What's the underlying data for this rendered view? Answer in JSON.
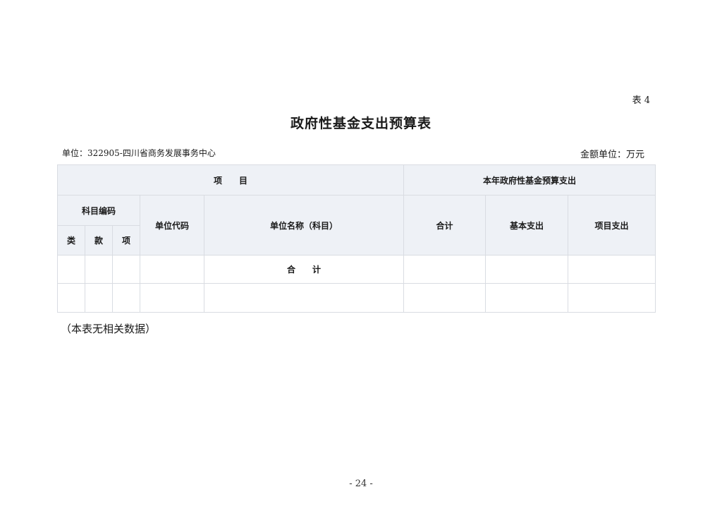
{
  "document": {
    "table_number": "表 4",
    "title": "政府性基金支出预算表",
    "unit": "单位：322905-四川省商务发展事务中心",
    "amount_unit": "金额单位：万元",
    "note": "（本表无相关数据）",
    "page_number": "- 24 -"
  },
  "table": {
    "header": {
      "project": "项　　目",
      "budget_group": "本年政府性基金预算支出",
      "subject_code": "科目编码",
      "lei": "类",
      "kuan": "款",
      "xiang": "项",
      "unit_code": "单位代码",
      "unit_name": "单位名称（科目）",
      "total": "合计",
      "basic": "基本支出",
      "project_exp": "项目支出"
    },
    "rows": [
      {
        "lei": "",
        "kuan": "",
        "xiang": "",
        "unit_code": "",
        "unit_name": "合　　计",
        "total": "",
        "basic": "",
        "project_exp": ""
      },
      {
        "lei": "",
        "kuan": "",
        "xiang": "",
        "unit_code": "",
        "unit_name": "",
        "total": "",
        "basic": "",
        "project_exp": ""
      }
    ]
  }
}
